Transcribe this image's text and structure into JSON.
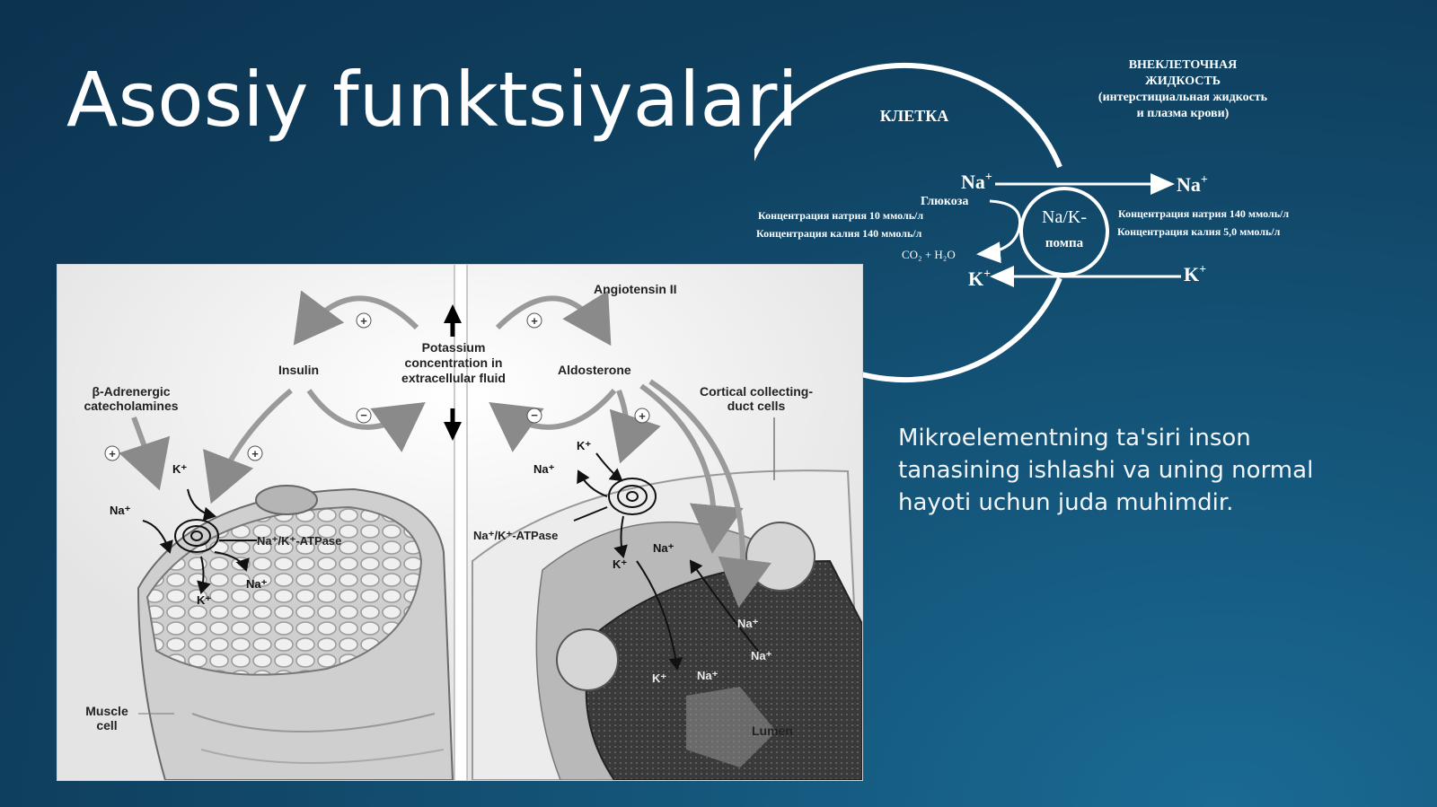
{
  "slide": {
    "title": "Asosiy funktsiyalari",
    "caption": "Mikroelementning ta'siri inson tanasining ishlashi va uning normal hayoti uchun juda muhimdir."
  },
  "pump_diagram": {
    "cell_label": "КЛЕТКА",
    "extracellular_line1": "ВНЕКЛЕТОЧНАЯ",
    "extracellular_line2": "ЖИДКОСТЬ",
    "extracellular_line3": "(интерстициальная жидкость",
    "extracellular_line4": "и плазма крови)",
    "na_inside": "Na",
    "na_outside": "Na",
    "k_inside": "K",
    "k_outside": "K",
    "plus": "+",
    "glucose": "Глюкоза",
    "co2_h2o": "CO₂ + H₂O",
    "pump_line1": "Na/K-",
    "pump_line2": "помпа",
    "in_na_conc": "Концентрация натрия 10 ммоль/л",
    "in_k_conc": "Концентрация калия 140 ммоль/л",
    "out_na_conc": "Концентрация натрия 140 ммоль/л",
    "out_k_conc": "Концентрация калия 5,0 ммоль/л"
  },
  "figure": {
    "angiotensin": "Angiotensin II",
    "potassium_line1": "Potassium",
    "potassium_line2": "concentration in",
    "potassium_line3": "extracellular fluid",
    "insulin": "Insulin",
    "aldosterone": "Aldosterone",
    "beta_line1": "β-Adrenergic",
    "beta_line2": "catecholamines",
    "cortical_line1": "Cortical collecting-",
    "cortical_line2": "duct cells",
    "atpase_left": "Na⁺/K⁺-ATPase",
    "atpase_right": "Na⁺/K⁺-ATPase",
    "muscle_line1": "Muscle",
    "muscle_line2": "cell",
    "lumen": "Lumen",
    "k_ion": "K⁺",
    "na_ion": "Na⁺",
    "plus_sign": "+",
    "minus_sign": "−"
  }
}
